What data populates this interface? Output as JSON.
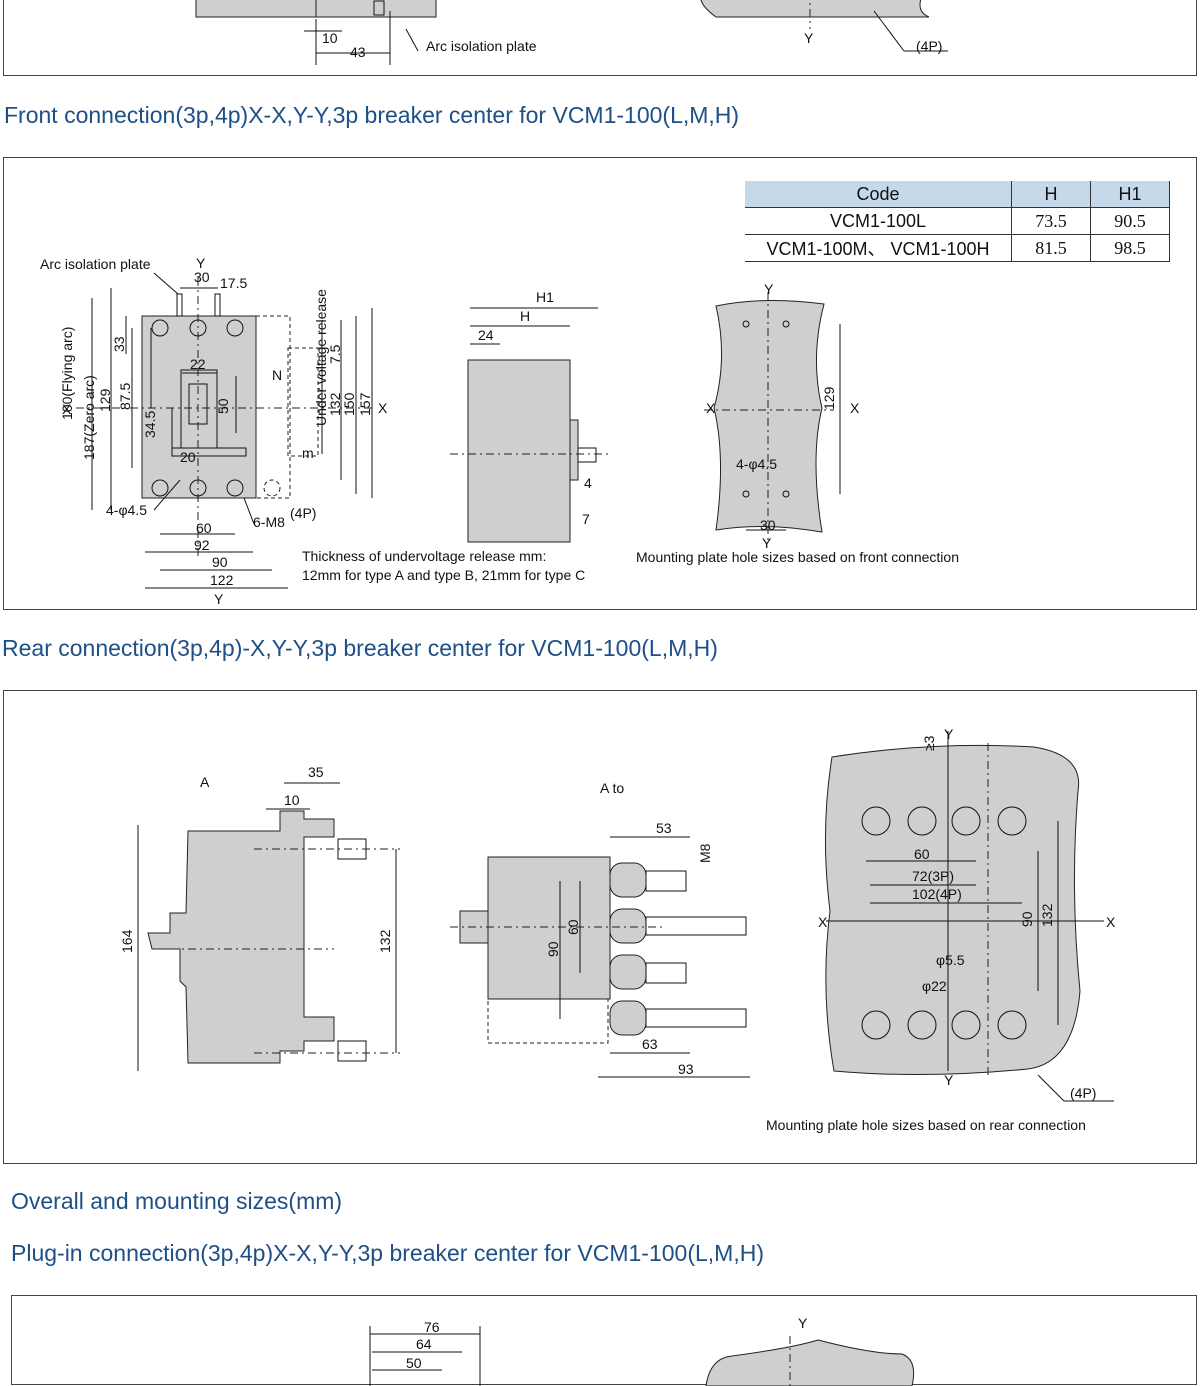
{
  "top_section": {
    "dim_10": "10",
    "dim_43": "43",
    "arc_label": "Arc isolation plate",
    "y_label": "Y",
    "p4_label": "(4P)"
  },
  "headings": {
    "front": "Front connection(3p,4p)X-X,Y-Y,3p breaker center for VCM1-100(L,M,H)",
    "rear": "Rear connection(3p,4p)-X,Y-Y,3p breaker center for VCM1-100(L,M,H)",
    "overall": "Overall and mounting sizes(mm)",
    "plugin": "Plug-in connection(3p,4p)X-X,Y-Y,3p breaker center for VCM1-100(L,M,H)"
  },
  "code_table": {
    "headers": [
      "Code",
      "H",
      "H1"
    ],
    "rows": [
      [
        "VCM1-100L",
        "73.5",
        "90.5"
      ],
      [
        "VCM1-100M、 VCM1-100H",
        "81.5",
        "98.5"
      ]
    ]
  },
  "front_panel": {
    "arc_label": "Arc isolation plate",
    "flying_arc": "100(Flying arc)",
    "zero_arc": "187(Zero arc)",
    "x": "X",
    "y": "Y",
    "d30": "30",
    "d17_5": "17.5",
    "d33": "33",
    "d22": "22",
    "d129": "129",
    "d87_5": "87.5",
    "d34_5": "34.5",
    "d50": "50",
    "d20": "20",
    "n": "N",
    "m": "m",
    "under_voltage": "Under voltage release",
    "d7_5": "7.5",
    "d132": "132",
    "d150": "150",
    "d157": "157",
    "hole_4": "4-φ4.5",
    "m8": "6-M8",
    "p4": "(4P)",
    "d60": "60",
    "d92": "92",
    "d90": "90",
    "d122": "122",
    "thickness_note_1": "Thickness of undervoltage release mm:",
    "thickness_note_2": "12mm for type A and type B, 21mm for type C",
    "side_h1": "H1",
    "side_h": "H",
    "side_24": "24",
    "side_4": "4",
    "side_7": "7",
    "mount_129": "129",
    "mount_30": "30",
    "mount_hole": "4-φ4.5",
    "mount_note": "Mounting plate hole sizes based on front connection"
  },
  "rear_panel": {
    "a_arrow": "A",
    "d35": "35",
    "d10": "10",
    "d164": "164",
    "d132": "132",
    "a_to": "A to",
    "d53": "53",
    "m8": "M8",
    "d60": "60",
    "d90": "90",
    "d63": "63",
    "d93": "93",
    "ge3": "≥3",
    "y": "Y",
    "x": "X",
    "r60": "60",
    "r72": "72(3P)",
    "r102": "102(4P)",
    "r90": "90",
    "r132": "132",
    "phi5_5": "φ5.5",
    "phi22": "φ22",
    "p4": "(4P)",
    "mount_note": "Mounting plate hole sizes based on rear connection"
  },
  "plugin_panel": {
    "d76": "76",
    "d64": "64",
    "d50": "50",
    "y": "Y"
  }
}
